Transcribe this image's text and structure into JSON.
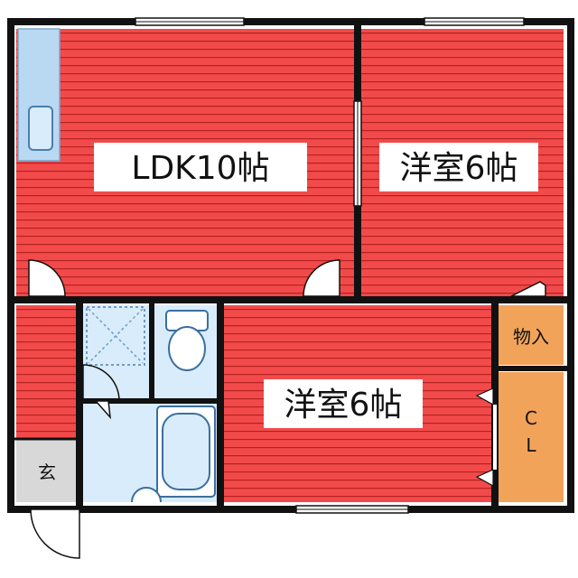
{
  "rooms": {
    "ldk": {
      "label": "LDK10帖"
    },
    "western_room_top": {
      "label": "洋室6帖"
    },
    "western_room_bottom": {
      "label": "洋室6帖"
    },
    "storage": {
      "label": "物入"
    },
    "closet": {
      "label_top": "C",
      "label_bottom": "L"
    },
    "entrance": {
      "label": "玄"
    }
  },
  "colors": {
    "floor": "#f24a4a",
    "floor_stripe": "#b42222",
    "wall": "#111111",
    "storage": "#f2a35a",
    "wet_area": "#d9ecfb",
    "kitchen": "#b9d8f2",
    "entrance": "#d8d8d8"
  }
}
